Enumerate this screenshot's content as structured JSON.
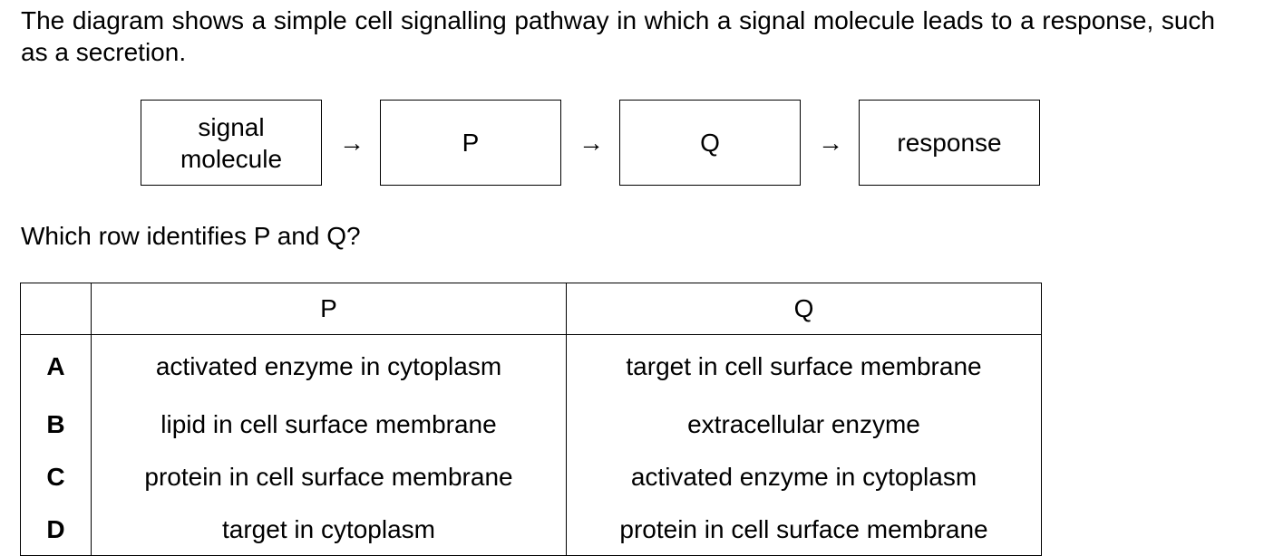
{
  "intro": "The diagram shows a simple cell signalling pathway in which a signal molecule leads to a response, such as a secretion.",
  "flow": {
    "signal_line1": "signal",
    "signal_line2": "molecule",
    "p": "P",
    "q": "Q",
    "response": "response",
    "arrow": "→"
  },
  "question": "Which row identifies P and Q?",
  "table": {
    "headers": [
      "",
      "P",
      "Q"
    ],
    "rows": [
      {
        "letter": "A",
        "p": "activated enzyme in cytoplasm",
        "q": "target in cell surface membrane"
      },
      {
        "letter": "B",
        "p": "lipid in cell surface membrane",
        "q": "extracellular enzyme"
      },
      {
        "letter": "C",
        "p": "protein in cell surface membrane",
        "q": "activated enzyme in cytoplasm"
      },
      {
        "letter": "D",
        "p": "target in cytoplasm",
        "q": "protein in cell surface membrane"
      }
    ]
  }
}
